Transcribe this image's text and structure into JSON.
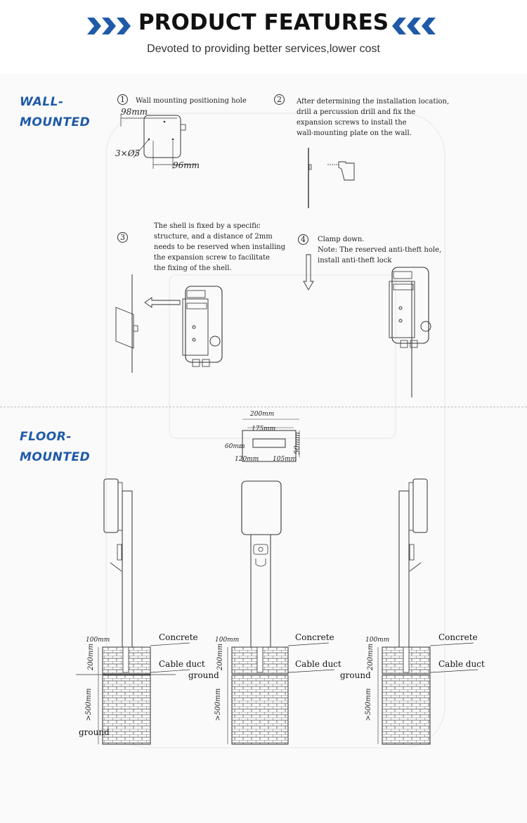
{
  "header": {
    "title": "PRODUCT FEATURES",
    "subtitle": "Devoted to providing better services,lower cost",
    "accent_color": "#1f5aa8"
  },
  "wall": {
    "label_line1": "WALL-",
    "label_line2": "MOUNTED",
    "step1": {
      "num": "1",
      "text": "Wall mounting positioning hole",
      "dim_a": "98mm",
      "dim_b": "3×Ø5",
      "dim_c": "96mm"
    },
    "step2": {
      "num": "2",
      "line1": "After determining the installation location,",
      "line2": "drill a percussion drill and fix the",
      "line3": "expansion screws to install the",
      "line4": "wall-mounting plate on the wall."
    },
    "step3": {
      "num": "3",
      "line1": "The shell is fixed by a specific",
      "line2": "structure, and a distance of 2mm",
      "line3": "needs to be reserved when installing",
      "line4": "the expansion screw to facilitate",
      "line5": "the fixing of the shell."
    },
    "step4": {
      "num": "4",
      "line1": "Clamp down.",
      "line2": "Note: The reserved anti-theft hole,",
      "line3": "install anti-theft lock"
    }
  },
  "floor": {
    "label_line1": "FLOOR-",
    "label_line2": "MOUNTED",
    "plate_dims": {
      "w200": "200mm",
      "w175": "175mm",
      "h60": "60mm",
      "h50": "50mm",
      "w120": "120mm",
      "w105": "105mm"
    },
    "concrete_label": "Concrete",
    "cable_label": "Cable duct",
    "ground_label": "ground",
    "dim_100": "100mm",
    "dim_200": "200mm",
    "dim_500": ">500mm"
  }
}
